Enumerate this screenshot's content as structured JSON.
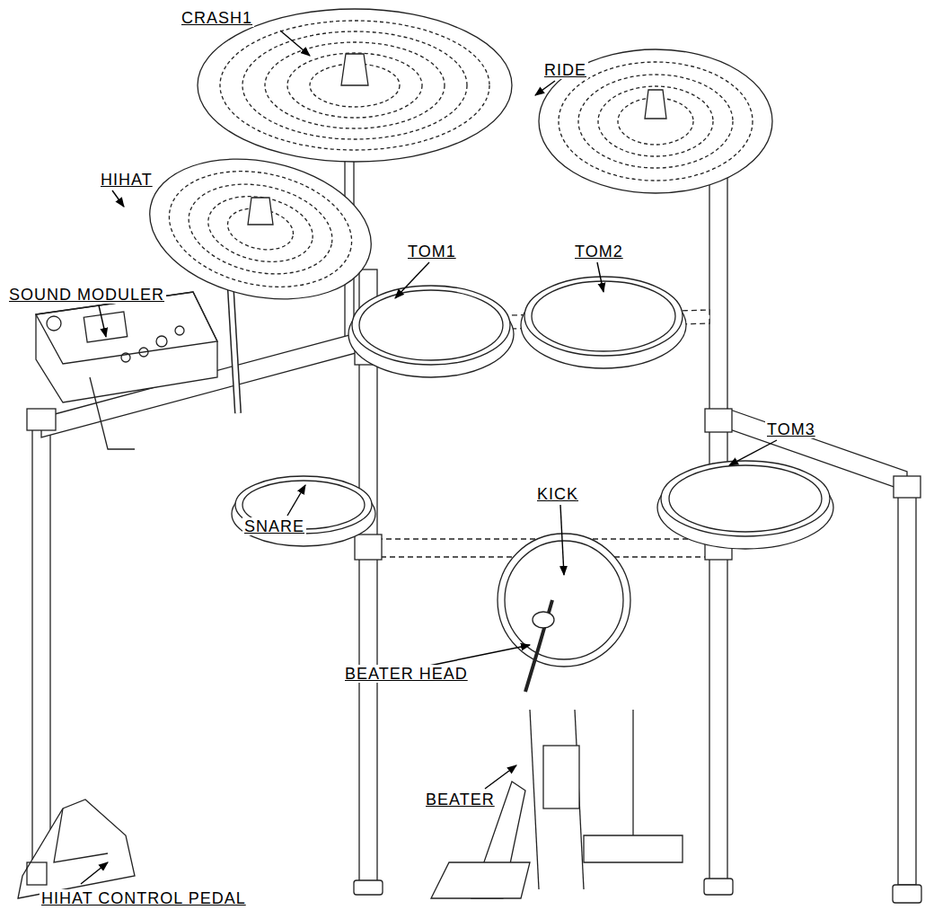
{
  "diagram": {
    "labels": [
      "CRASH1",
      "RIDE",
      "HIHAT",
      "SOUND MODULER",
      "TOM1",
      "TOM2",
      "TOM3",
      "KICK",
      "SNARE",
      "BEATER HEAD",
      "BEATER",
      "HIHAT CONTROL PEDAL"
    ]
  }
}
